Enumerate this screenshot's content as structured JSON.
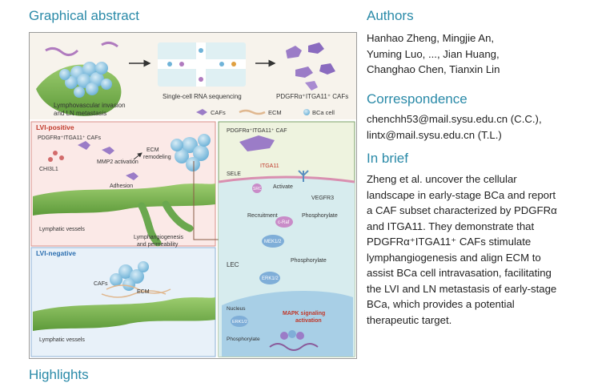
{
  "sections": {
    "graphical_abstract": "Graphical abstract",
    "authors": "Authors",
    "correspondence": "Correspondence",
    "in_brief": "In brief",
    "highlights": "Highlights"
  },
  "authors": [
    "Hanhao Zheng, Mingjie An,",
    "Yuming Luo, ..., Jian Huang,",
    "Changhao Chen, Tianxin Lin"
  ],
  "correspondence": [
    "chenchh53@mail.sysu.edu.cn (C.C.),",
    "lintx@mail.sysu.edu.cn (T.L.)"
  ],
  "in_brief": [
    "Zheng et al. uncover the cellular",
    "landscape in early-stage BCa and report",
    "a CAF subset characterized by PDGFRα",
    "and ITGA11. They demonstrate that",
    "PDGFRα⁺ITGA11⁺ CAFs stimulate",
    "lymphangiogenesis and align ECM to",
    "assist BCa cell intravasation, facilitating",
    "the LVI and LN metastasis of early-stage",
    "BCa, which provides a potential",
    "therapeutic target."
  ],
  "figure": {
    "top_left_caption": [
      "Lymphovascular invasion",
      "and LN metastasis"
    ],
    "top_mid_caption": "Single-cell RNA sequencing",
    "top_right_caption": "PDGFRα⁺ITGA11⁺ CAFs",
    "legend": {
      "cafs": "CAFs",
      "ecm": "ECM",
      "bca": "BCa cell"
    },
    "lvi_positive": "LVI-positive",
    "lvi_negative": "LVI-negative",
    "pos_labels": {
      "cafs": "PDGFRα⁺ITGA11⁺ CAFs",
      "chi3l1": "CHI3L1",
      "mmp2": "MMP2 activation",
      "ecm_remodeling": [
        "ECM",
        "remodeling"
      ],
      "adhesion": "Adhesion",
      "lymphatic_vessels": "Lymphatic vessels",
      "lymphangiogenesis": [
        "Lymphangiogenesis",
        "and permeability"
      ]
    },
    "neg_labels": {
      "cafs": "CAFs",
      "ecm": "ECM",
      "lymphatic_vessels": "Lymphatic vessels"
    },
    "pathway": {
      "caf": "PDGFRα⁺ITGA11⁺ CAF",
      "itga11": "ITGA11",
      "sele": "SELE",
      "src": "SRC",
      "activate": "Activate",
      "vegfr3": "VEGFR3",
      "recruitment": "Recruitment",
      "phosphorylate": "Phosphorylate",
      "craf": "c-Raf",
      "mek": "MEK1/2",
      "erk": "ERK1/2",
      "lec": "LEC",
      "nucleus": "Nucleus",
      "mapk": [
        "MAPK signaling",
        "activation"
      ]
    }
  },
  "colors": {
    "heading": "#2a8aa8",
    "lvi_positive": "#c0392b",
    "lvi_negative": "#2c6fb0",
    "vessel": "#6aa84f"
  }
}
